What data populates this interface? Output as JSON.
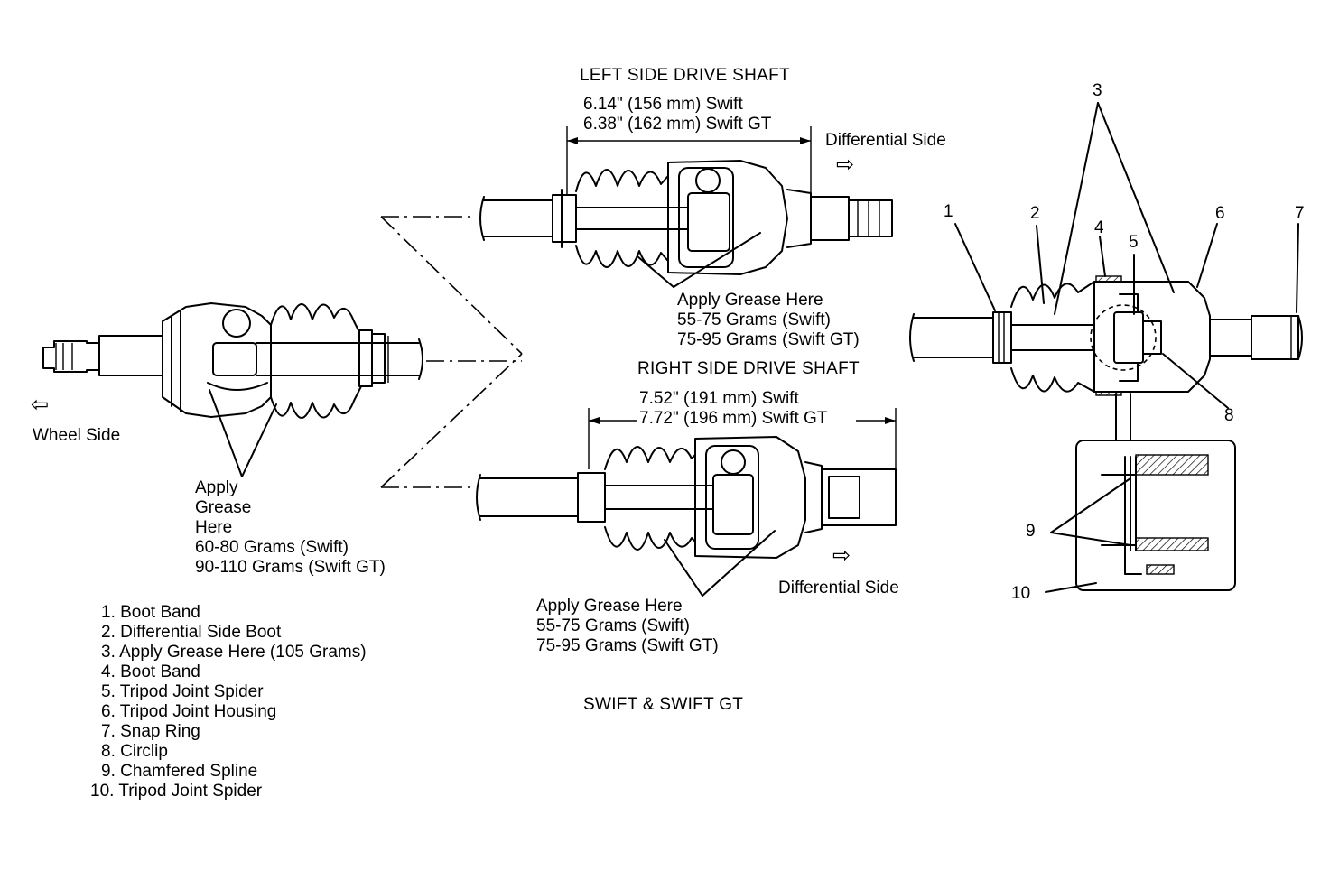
{
  "left_shaft": {
    "title": "LEFT SIDE DRIVE SHAFT",
    "dim_lines": [
      "6.14\" (156 mm) Swift",
      "6.38\" (162 mm) Swift GT"
    ],
    "direction": "Differential Side",
    "grease_lines": [
      "Apply Grease Here",
      "55-75 Grams (Swift)",
      "75-95 Grams (Swift GT)"
    ]
  },
  "right_shaft": {
    "title": "RIGHT SIDE DRIVE SHAFT",
    "dim_lines": [
      "7.52\" (191 mm) Swift",
      "7.72\" (196 mm) Swift GT"
    ],
    "direction": "Differential Side",
    "grease_lines": [
      "Apply Grease Here",
      "55-75 Grams (Swift)",
      "75-95 Grams (Swift GT)"
    ]
  },
  "wheel_shaft": {
    "direction": "Wheel Side",
    "grease_lines": [
      "Apply",
      "Grease",
      "Here",
      "60-80 Grams (Swift)",
      "90-110 Grams (Swift GT)"
    ]
  },
  "caption": "SWIFT & SWIFT GT",
  "arrow_glyph": "⇨",
  "arrow_glyph_left": "⇦",
  "legend": [
    "1. Boot Band",
    "2. Differential Side Boot",
    "3. Apply Grease Here (105 Grams)",
    "4. Boot Band",
    "5. Tripod Joint Spider",
    "6. Tripod Joint Housing",
    "7. Snap Ring",
    "8. Circlip",
    "9. Chamfered Spline",
    "10. Tripod Joint Spider"
  ],
  "callouts": [
    "1",
    "2",
    "3",
    "4",
    "5",
    "6",
    "7",
    "8",
    "9",
    "10"
  ]
}
